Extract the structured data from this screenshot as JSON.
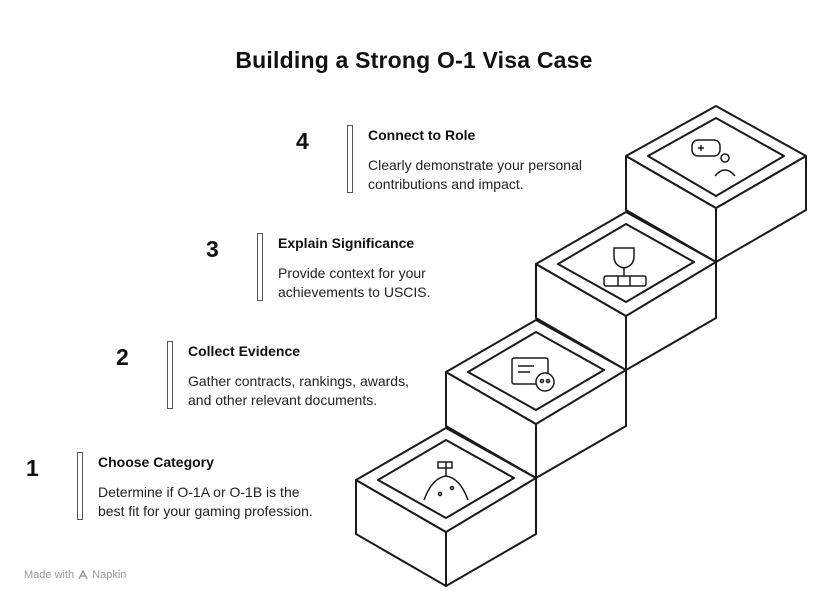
{
  "title": "Building a Strong O-1 Visa Case",
  "steps": [
    {
      "number": "1",
      "title": "Choose Category",
      "desc_line1": "Determine if O-1A or O-1B is the",
      "desc_line2": "best fit for your gaming profession.",
      "icon": "signpost-hill-icon"
    },
    {
      "number": "2",
      "title": "Collect Evidence",
      "desc_line1": "Gather contracts, rankings, awards,",
      "desc_line2": "and other relevant documents.",
      "icon": "documents-skull-icon"
    },
    {
      "number": "3",
      "title": "Explain Significance",
      "desc_line1": "Provide context for your",
      "desc_line2": "achievements to USCIS.",
      "icon": "trophy-books-icon"
    },
    {
      "number": "4",
      "title": "Connect to Role",
      "desc_line1": "Clearly demonstrate your personal",
      "desc_line2": "contributions and impact.",
      "icon": "gamepad-person-icon"
    }
  ],
  "footer": {
    "made_with": "Made with",
    "brand": "Napkin"
  }
}
